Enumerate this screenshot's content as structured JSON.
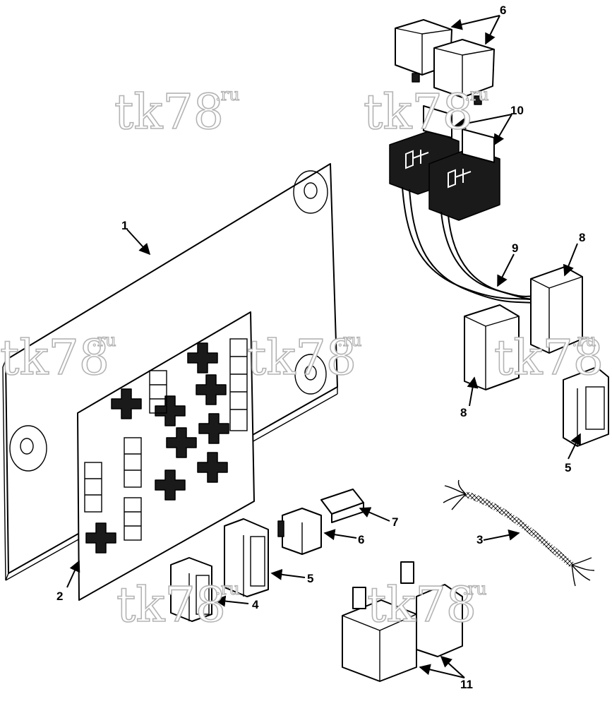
{
  "watermark": {
    "main": "tk78",
    "suffix": ".ru"
  },
  "callouts": {
    "c1": "1",
    "c2": "2",
    "c3": "3",
    "c4": "4",
    "c5a": "5",
    "c5b": "5",
    "c6a": "6",
    "c6b": "6",
    "c7": "7",
    "c8a": "8",
    "c8b": "8",
    "c9": "9",
    "c10": "10",
    "c11": "11"
  }
}
